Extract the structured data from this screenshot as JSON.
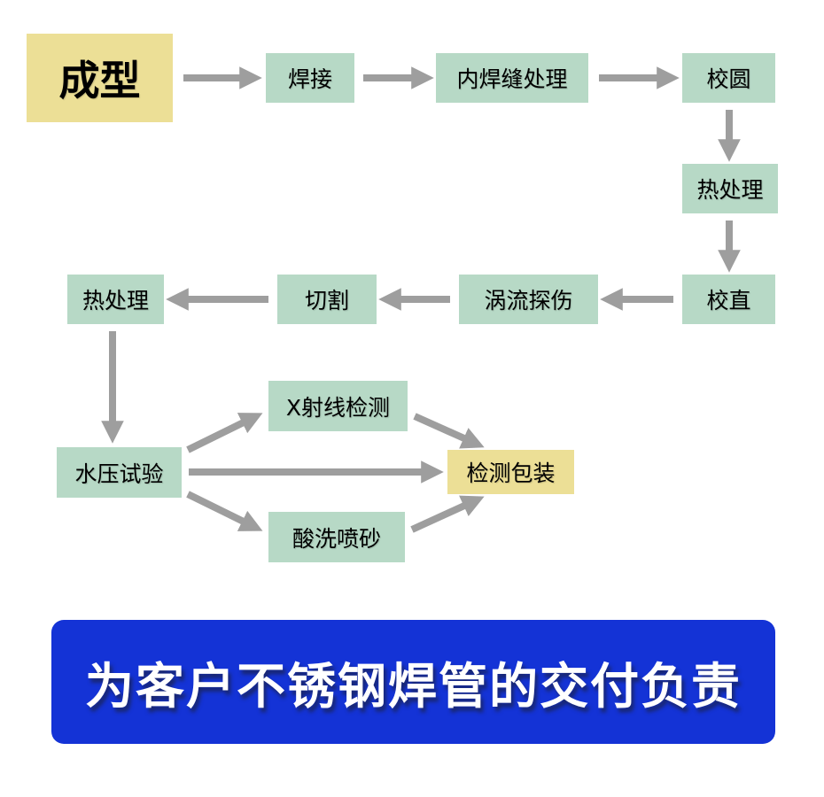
{
  "flowchart": {
    "nodes": [
      {
        "id": "forming",
        "label": "成型"
      },
      {
        "id": "welding",
        "label": "焊接"
      },
      {
        "id": "inner-weld-treatment",
        "label": "内焊缝处理"
      },
      {
        "id": "rounding",
        "label": "校圆"
      },
      {
        "id": "heat-treatment-1",
        "label": "热处理"
      },
      {
        "id": "straightening",
        "label": "校直"
      },
      {
        "id": "eddy-current-testing",
        "label": "涡流探伤"
      },
      {
        "id": "cutting",
        "label": "切割"
      },
      {
        "id": "heat-treatment-2",
        "label": "热处理"
      },
      {
        "id": "hydrostatic-test",
        "label": "水压试验"
      },
      {
        "id": "xray-inspection",
        "label": "X射线检测"
      },
      {
        "id": "pickling-sandblasting",
        "label": "酸洗喷砂"
      },
      {
        "id": "inspection-packaging",
        "label": "检测包装"
      }
    ]
  },
  "banner": {
    "text": "为客户不锈钢焊管的交付负责"
  },
  "colors": {
    "node_green": "#b7d9c6",
    "node_yellow": "#ecdf96",
    "arrow_gray": "#9e9e9e",
    "banner_blue": "#1433d6",
    "banner_text": "#ffffff"
  }
}
